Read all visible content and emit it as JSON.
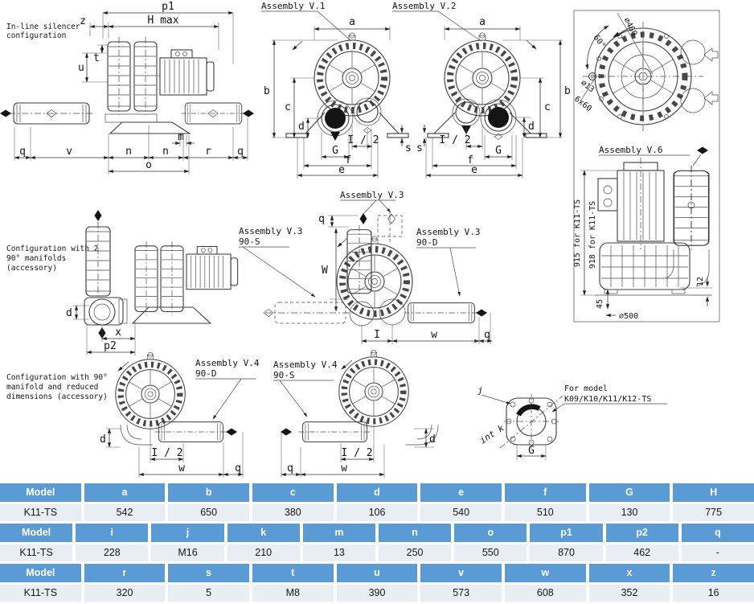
{
  "drawings": {
    "inline": {
      "caption1": "In-line silencer",
      "caption2": "configuration",
      "p1": "p1",
      "hmax": "H max",
      "z": "z",
      "u": "u",
      "t": "t",
      "m": "m",
      "q1": "q",
      "v": "v",
      "n1": "n",
      "n2": "n",
      "r": "r",
      "q2": "q",
      "o": "o"
    },
    "v1": {
      "label": "Assembly V.1",
      "a": "a",
      "b": "b",
      "c": "c",
      "d": "d",
      "i2": "I / 2",
      "s": "s",
      "g": "G",
      "f": "f",
      "e": "e"
    },
    "v2": {
      "label": "Assembly V.2",
      "a": "a",
      "b": "b",
      "c": "c",
      "d": "d",
      "s": "s",
      "i2": "I / 2",
      "g": "G",
      "f": "f",
      "e": "e"
    },
    "topview": {
      "d460": "⌀460",
      "deg60": "60°",
      "d13": "⌀13",
      "holes": "6x60"
    },
    "v6": {
      "label": "Assembly V.6",
      "h915": "915 for K11-TS",
      "h918": "918 for K11-TS",
      "n45": "45",
      "d500": "⌀500",
      "n12": "12"
    },
    "manifolds": {
      "caption1": "Configuration with 2",
      "caption2": "90° manifolds",
      "caption3": "(accessory)",
      "d": "d",
      "x": "x",
      "p2": "p2"
    },
    "v3": {
      "top": "Assembly V.3",
      "l1": "Assembly V.3",
      "l2": "90-S",
      "r1": "Assembly V.3",
      "r2": "90-D",
      "q1": "q",
      "W": "W",
      "i": "I",
      "w": "w",
      "q2": "q"
    },
    "v4d": {
      "l1": "Assembly V.4",
      "l2": "90-D",
      "d": "d",
      "i2": "I / 2",
      "w": "w",
      "q": "q"
    },
    "v4s": {
      "l1": "Assembly V.4",
      "l2": "90-S",
      "q": "q",
      "w": "w",
      "i2": "I / 2",
      "d": "d"
    },
    "flange": {
      "note1": "For model",
      "note2": "K09/K10/K11/K12-TS",
      "j": "j",
      "intk": "int k",
      "g": "G"
    }
  },
  "table": {
    "groups": [
      {
        "headers": [
          "Model",
          "a",
          "b",
          "c",
          "d",
          "e",
          "f",
          "G",
          "H"
        ],
        "row": [
          "K11-TS",
          "542",
          "650",
          "380",
          "106",
          "540",
          "510",
          "130",
          "775"
        ]
      },
      {
        "headers": [
          "Model",
          "i",
          "j",
          "k",
          "m",
          "n",
          "o",
          "p1",
          "p2",
          "q"
        ],
        "row": [
          "K11-TS",
          "228",
          "M16",
          "210",
          "13",
          "250",
          "550",
          "870",
          "462",
          "-"
        ]
      },
      {
        "headers": [
          "Model",
          "r",
          "s",
          "t",
          "u",
          "v",
          "w",
          "x",
          "z"
        ],
        "row": [
          "K11-TS",
          "320",
          "5",
          "M8",
          "390",
          "573",
          "608",
          "352",
          "16"
        ]
      }
    ]
  }
}
